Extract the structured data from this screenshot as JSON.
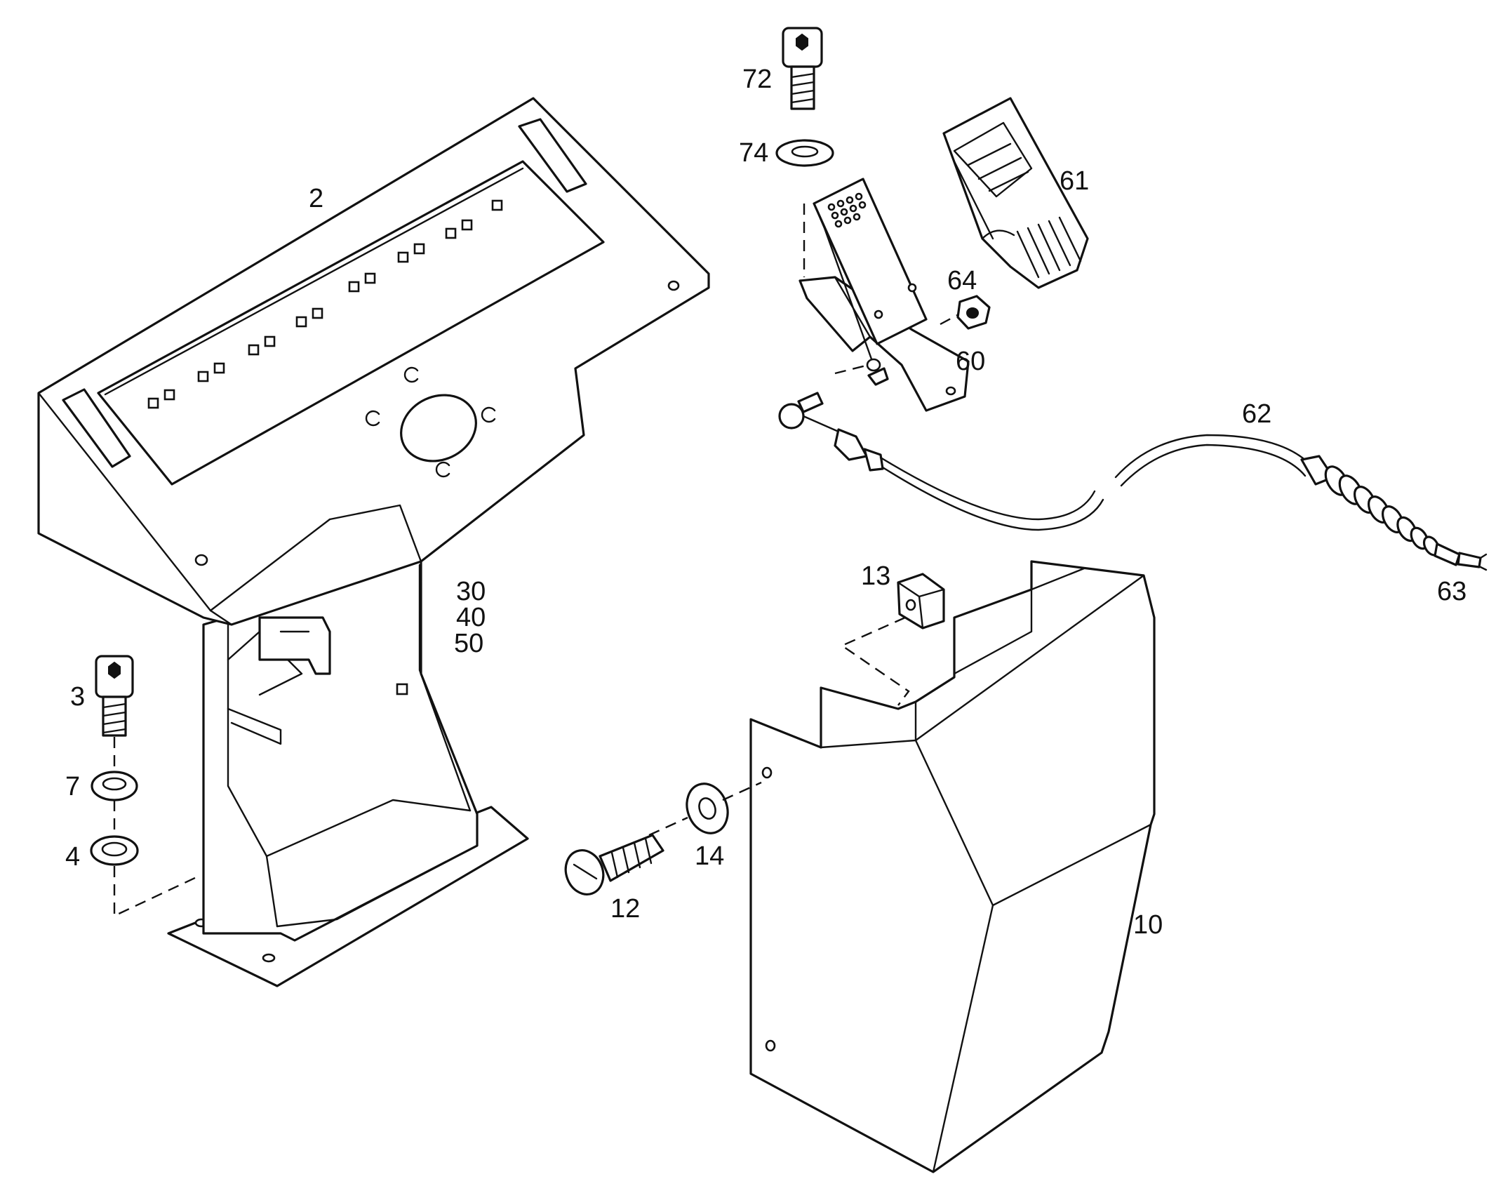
{
  "callouts": {
    "c2": "2",
    "c3": "3",
    "c7": "7",
    "c4": "4",
    "c30": "30",
    "c40": "40",
    "c50": "50",
    "c72": "72",
    "c74": "74",
    "c61": "61",
    "c64": "64",
    "c60": "60",
    "c62": "62",
    "c63": "63",
    "c13": "13",
    "c14": "14",
    "c12": "12",
    "c10": "10"
  },
  "colors": {
    "line": "#111111",
    "paper": "#ffffff"
  }
}
